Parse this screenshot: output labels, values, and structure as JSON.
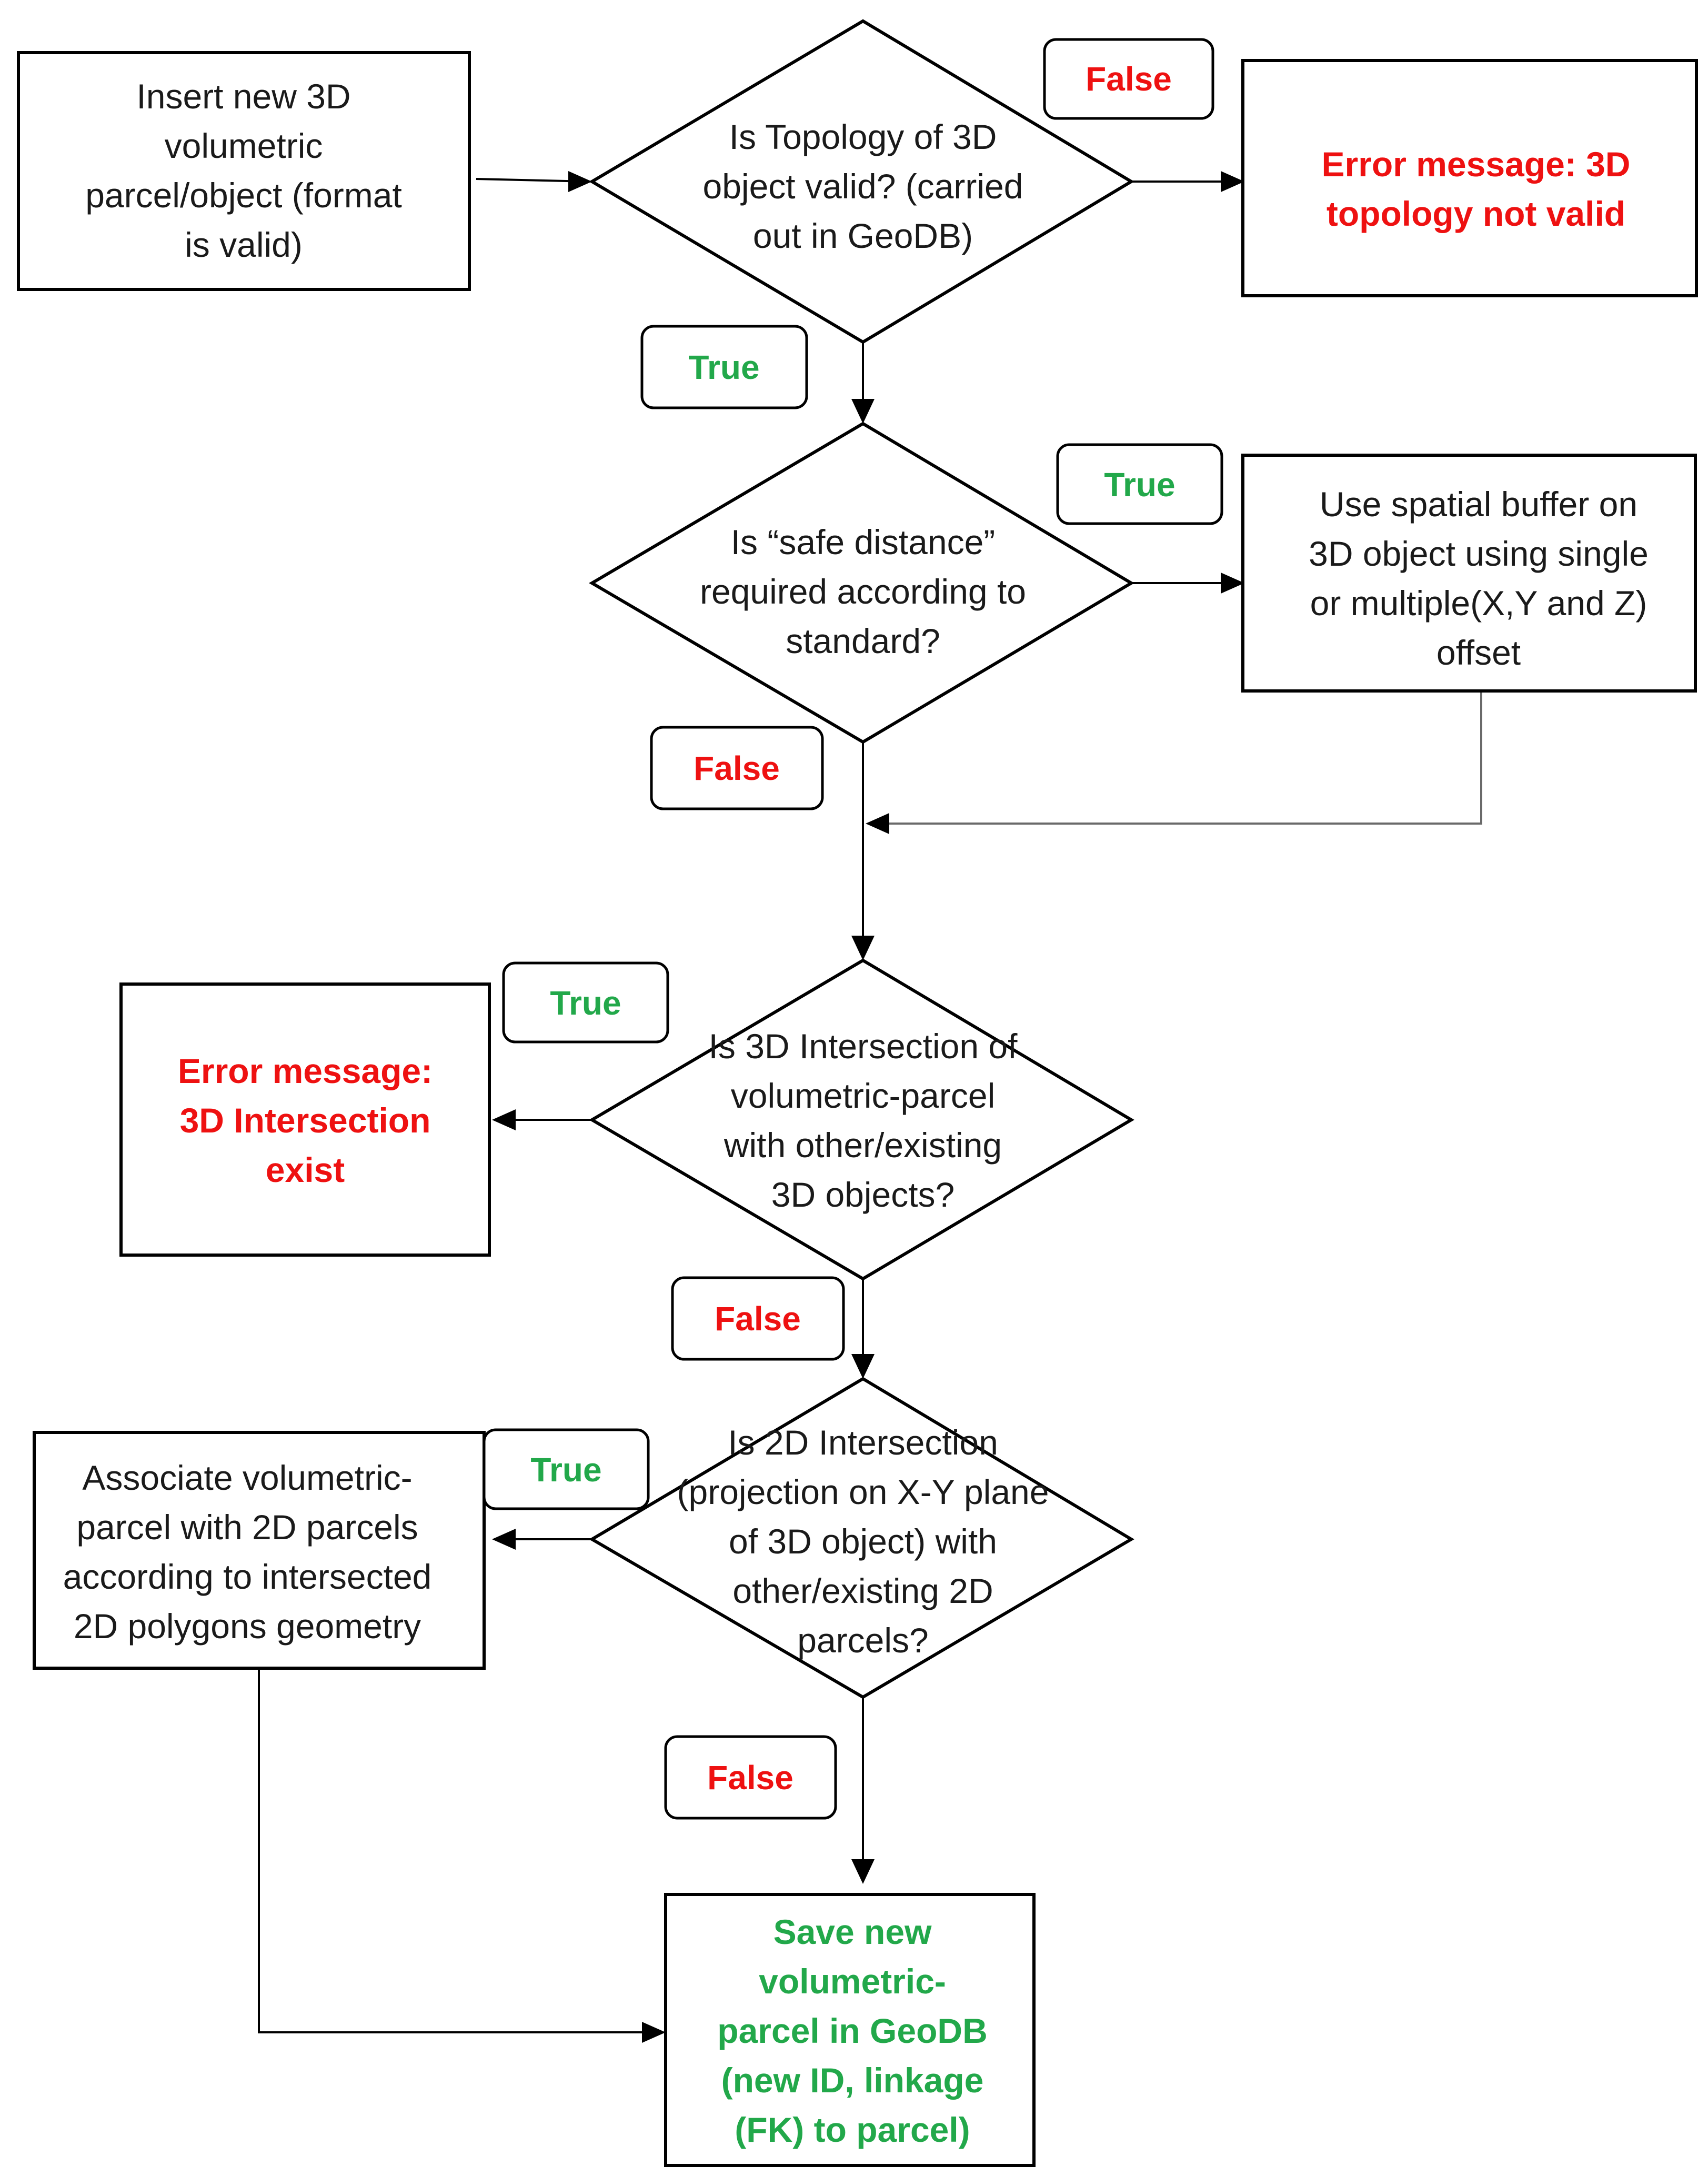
{
  "nodes": {
    "insert": {
      "lines": [
        "Insert new 3D",
        "volumetric",
        "parcel/object (format",
        "is valid)"
      ],
      "style": "normal"
    },
    "topology_check": {
      "lines": [
        "Is Topology of 3D",
        "object valid? (carried",
        "out in GeoDB)"
      ],
      "style": "normal"
    },
    "topology_error": {
      "lines": [
        "Error message: 3D",
        "topology not valid"
      ],
      "style": "red"
    },
    "safe_distance_check": {
      "lines": [
        "Is “safe distance”",
        "required according to",
        "standard?"
      ],
      "style": "normal"
    },
    "spatial_buffer": {
      "lines": [
        "Use spatial buffer on",
        "3D object using single",
        "or multiple(X,Y and Z)",
        "offset"
      ],
      "style": "normal"
    },
    "intersection_3d_check": {
      "lines": [
        "Is 3D Intersection of",
        "volumetric-parcel",
        "with other/existing",
        "3D objects?"
      ],
      "style": "normal"
    },
    "intersection_3d_error": {
      "lines": [
        "Error message:",
        "3D Intersection",
        "exist"
      ],
      "style": "red"
    },
    "intersection_2d_check": {
      "lines": [
        "Is 2D Intersection",
        "(projection on X-Y plane",
        "of 3D object) with",
        "other/existing 2D",
        "parcels?"
      ],
      "style": "normal"
    },
    "associate": {
      "lines": [
        "Associate volumetric-",
        "parcel with 2D parcels",
        "according to intersected",
        "2D polygons geometry"
      ],
      "style": "normal"
    },
    "save": {
      "lines": [
        "Save new",
        "volumetric-",
        "parcel in GeoDB",
        "(new ID, linkage",
        "(FK) to parcel)"
      ],
      "style": "green"
    }
  },
  "edge_labels": [
    {
      "id": "topology_false",
      "text": "False",
      "color": "red"
    },
    {
      "id": "topology_true",
      "text": "True",
      "color": "green"
    },
    {
      "id": "safe_true",
      "text": "True",
      "color": "green"
    },
    {
      "id": "safe_false",
      "text": "False",
      "color": "red"
    },
    {
      "id": "int3d_true",
      "text": "True",
      "color": "green"
    },
    {
      "id": "int3d_false",
      "text": "False",
      "color": "red"
    },
    {
      "id": "int2d_true",
      "text": "True",
      "color": "green"
    },
    {
      "id": "int2d_false",
      "text": "False",
      "color": "red"
    }
  ],
  "colors": {
    "error_text": "#ee1111",
    "success_text": "#22a84a",
    "line": "#000000"
  }
}
